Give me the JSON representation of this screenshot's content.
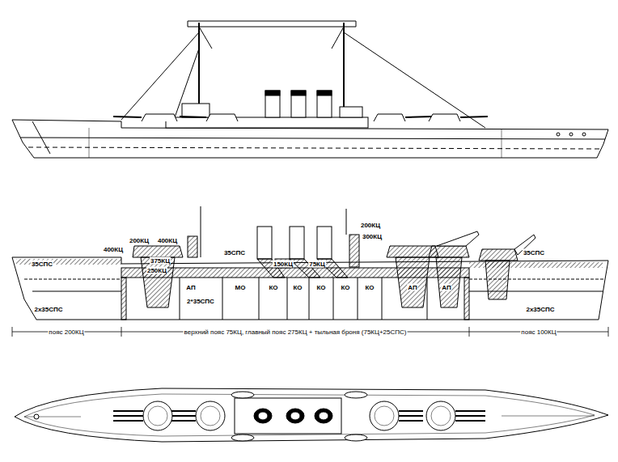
{
  "diagram": {
    "labels": [
      "200КЦ",
      "400КЦ",
      "400КЦ",
      "375КЦ",
      "250КЦ",
      "35СПС",
      "150КЦ",
      "75КЦ",
      "200КЦ",
      "300КЦ",
      "35СПС",
      "35СПС",
      "АП",
      "2*35СПС",
      "МО",
      "КО",
      "КО",
      "КО",
      "КО",
      "КО",
      "АП",
      "АП",
      "2x35СПС",
      "2x35СПС",
      "пояс 200КЦ",
      "верхний пояс 75КЦ, главный пояс 275КЦ + тыльная броня (75КЦ+25СПС)",
      "пояс 100КЦ"
    ]
  }
}
